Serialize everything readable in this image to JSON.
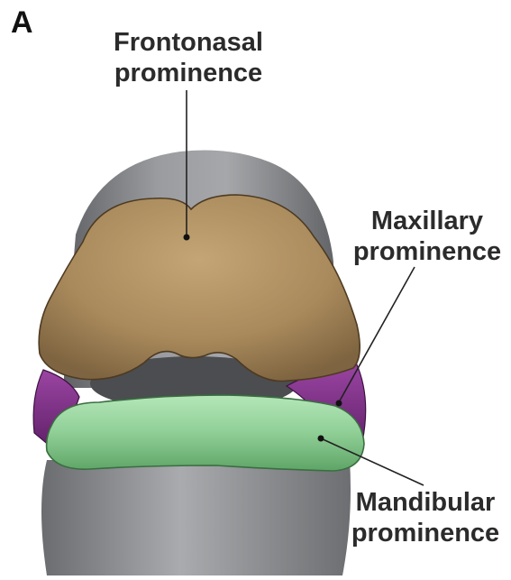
{
  "figure": {
    "panel_letter": "A",
    "labels": {
      "frontonasal": {
        "line1": "Frontonasal",
        "line2": "prominence"
      },
      "maxillary": {
        "line1": "Maxillary",
        "line2": "prominence"
      },
      "mandibular": {
        "line1": "Mandibular",
        "line2": "prominence"
      }
    }
  },
  "colors": {
    "background": "#ffffff",
    "head_gray": "#8c8e91",
    "frontonasal_tan": "#a8875a",
    "maxillary_purple": "#7a2c82",
    "mandibular_green": "#8fcf96",
    "leader_line": "#222222"
  }
}
